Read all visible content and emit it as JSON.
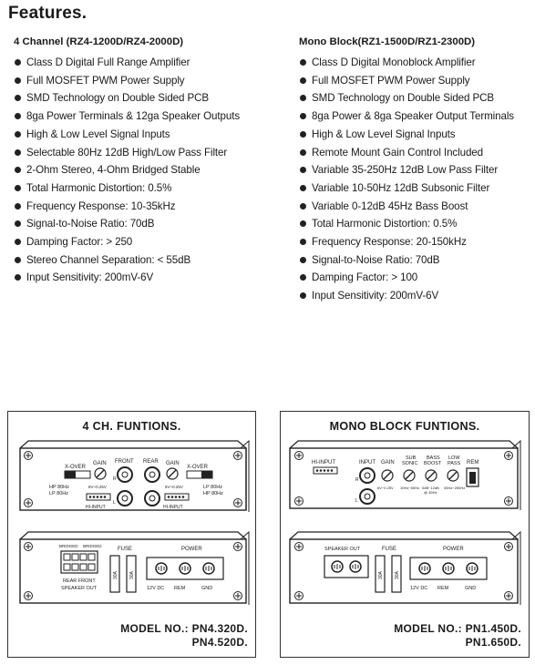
{
  "page_title": "Features.",
  "left_column": {
    "heading": "4 Channel (RZ4-1200D/RZ4-2000D)",
    "items": [
      "Class D Digital Full Range Amplifier",
      "Full MOSFET PWM Power Supply",
      "SMD Technology on Double Sided PCB",
      "8ga Power Terminals & 12ga Speaker Outputs",
      "High & Low Level Signal Inputs",
      "Selectable 80Hz 12dB High/Low Pass Filter",
      "2-Ohm Stereo, 4-Ohm Bridged Stable",
      "Total Harmonic Distortion: 0.5%",
      "Frequency Response: 10-35kHz",
      "Signal-to-Noise Ratio: 70dB",
      "Damping Factor: > 250",
      "Stereo Channel Separation: < 55dB",
      "Input Sensitivity: 200mV-6V"
    ]
  },
  "right_column": {
    "heading": "Mono Block(RZ1-1500D/RZ1-2300D)",
    "items": [
      "Class D Digital Monoblock Amplifier",
      "Full MOSFET PWM Power Supply",
      "SMD Technology on Double Sided PCB",
      "8ga Power & 8ga Speaker Output Terminals",
      "High & Low Level Signal Inputs",
      "Remote Mount Gain Control Included",
      "Variable 35-250Hz 12dB Low Pass Filter",
      "Variable 10-50Hz 12dB Subsonic Filter",
      "Variable 0-12dB 45Hz Bass Boost",
      "Total Harmonic Distortion: 0.5%",
      "Frequency Response: 20-150kHz",
      "Signal-to-Noise Ratio: 70dB",
      "Damping Factor: > 100",
      "Input Sensitivity: 200mV-6V"
    ]
  },
  "panel_4ch": {
    "title": "4 CH. FUNTIONS.",
    "labels": {
      "xover": "X-OVER",
      "hp": "HP 80Hz",
      "lp": "LP 80Hz",
      "gain": "GAIN",
      "front": "FRONT",
      "rear": "REAR",
      "gain_range": "6V~0.25V",
      "hi_input": "HI-INPUT",
      "r": "R",
      "l": "L",
      "bridged": "BRIDGED",
      "rear_front": "REAR   FRONT",
      "speaker_out": "SPEAKER OUT",
      "fuse": "FUSE",
      "power": "POWER",
      "fuse_rating": "30A",
      "v12": "12V DC",
      "rem": "REM",
      "gnd": "GND"
    },
    "model_line1": "MODEL NO.: PN4.320D.",
    "model_line2": "PN4.520D."
  },
  "panel_mono": {
    "title": "MONO BLOCK FUNTIONS.",
    "labels": {
      "hi_input": "HI-INPUT",
      "input": "INPUT",
      "gain": "GAIN",
      "sub_sonic_1": "SUB",
      "sub_sonic_2": "SONIC",
      "bass_boost_1": "BASS",
      "bass_boost_2": "BOOST",
      "low_pass_1": "LOW",
      "low_pass_2": "PASS",
      "rem": "REM",
      "gain_range": "6V~0.25V",
      "sub_range": "10Hz~50Hz",
      "bass_range": "0dB~12dB",
      "bass_freq": "@ 45Hz",
      "lp_range": "35Hz~250Hz",
      "r": "R",
      "l": "L",
      "speaker_out": "SPEAKER OUT",
      "fuse": "FUSE",
      "power": "POWER",
      "fuse_rating": "30A",
      "v12": "12V DC",
      "rem2": "REM",
      "gnd": "GND"
    },
    "model_line1": "MODEL NO.: PN1.450D.",
    "model_line2": "PN1.650D."
  }
}
